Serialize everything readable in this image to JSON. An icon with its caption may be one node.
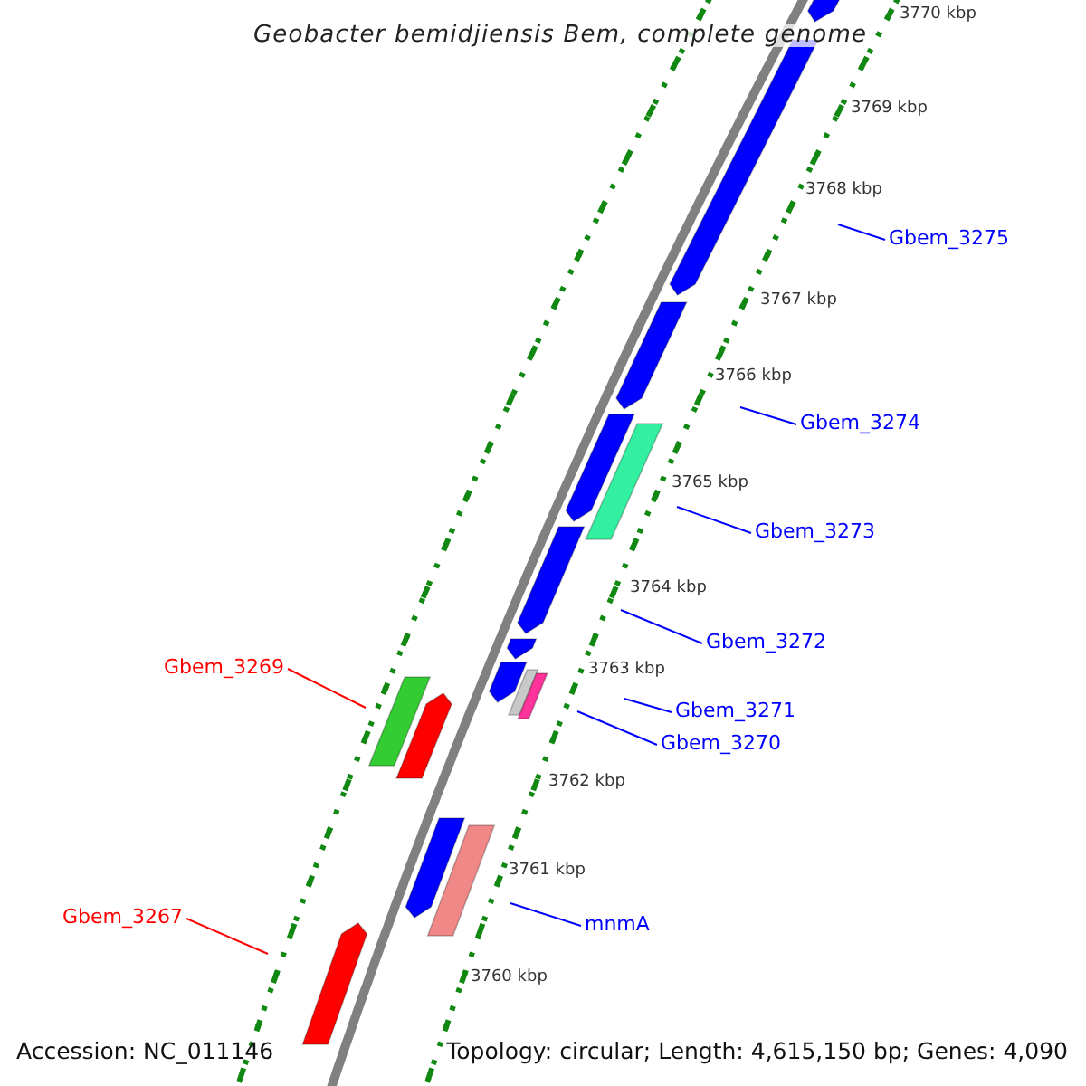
{
  "diagram": {
    "title": "Geobacter bemidjiensis Bem, complete genome",
    "nodes": [
      {
        "text": [
          "Gbem_3275"
        ]
      },
      {
        "text": [
          "Gbem_3274"
        ]
      },
      {
        "text": [
          "Gbem_3273"
        ]
      },
      {
        "text": [
          "Gbem_3272"
        ]
      },
      {
        "text": [
          "Gbem_3271"
        ]
      },
      {
        "text": [
          "Gbem_3270"
        ]
      },
      {
        "text": [
          "Gbem_3269"
        ]
      },
      {
        "text": [
          "mnmA"
        ]
      },
      {
        "text": [
          "Gbem_3267"
        ]
      }
    ],
    "edges": [
      {
        "from": 0,
        "to": null,
        "arrow": "none"
      },
      {
        "from": 1,
        "to": null,
        "arrow": "none"
      },
      {
        "from": 2,
        "to": null,
        "arrow": "none"
      },
      {
        "from": 3,
        "to": null,
        "arrow": "none"
      },
      {
        "from": 4,
        "to": null,
        "arrow": "none"
      },
      {
        "from": 5,
        "to": null,
        "arrow": "none"
      },
      {
        "from": 6,
        "to": null,
        "arrow": "none",
        "color": "#ff0000"
      },
      {
        "from": 7,
        "to": null,
        "arrow": "none"
      },
      {
        "from": 8,
        "to": null,
        "arrow": "none",
        "color": "#ff0000"
      }
    ],
    "labels": [
      "3770 kbp",
      "3769 kbp",
      "3768 kbp",
      "3767 kbp",
      "3766 kbp",
      "3765 kbp",
      "3764 kbp",
      "3763 kbp",
      "3762 kbp",
      "3761 kbp",
      "3760 kbp",
      "Accession: NC_011146",
      "Topology: circular; Length: 4,615,150 bp; Genes: 4,090"
    ]
  }
}
